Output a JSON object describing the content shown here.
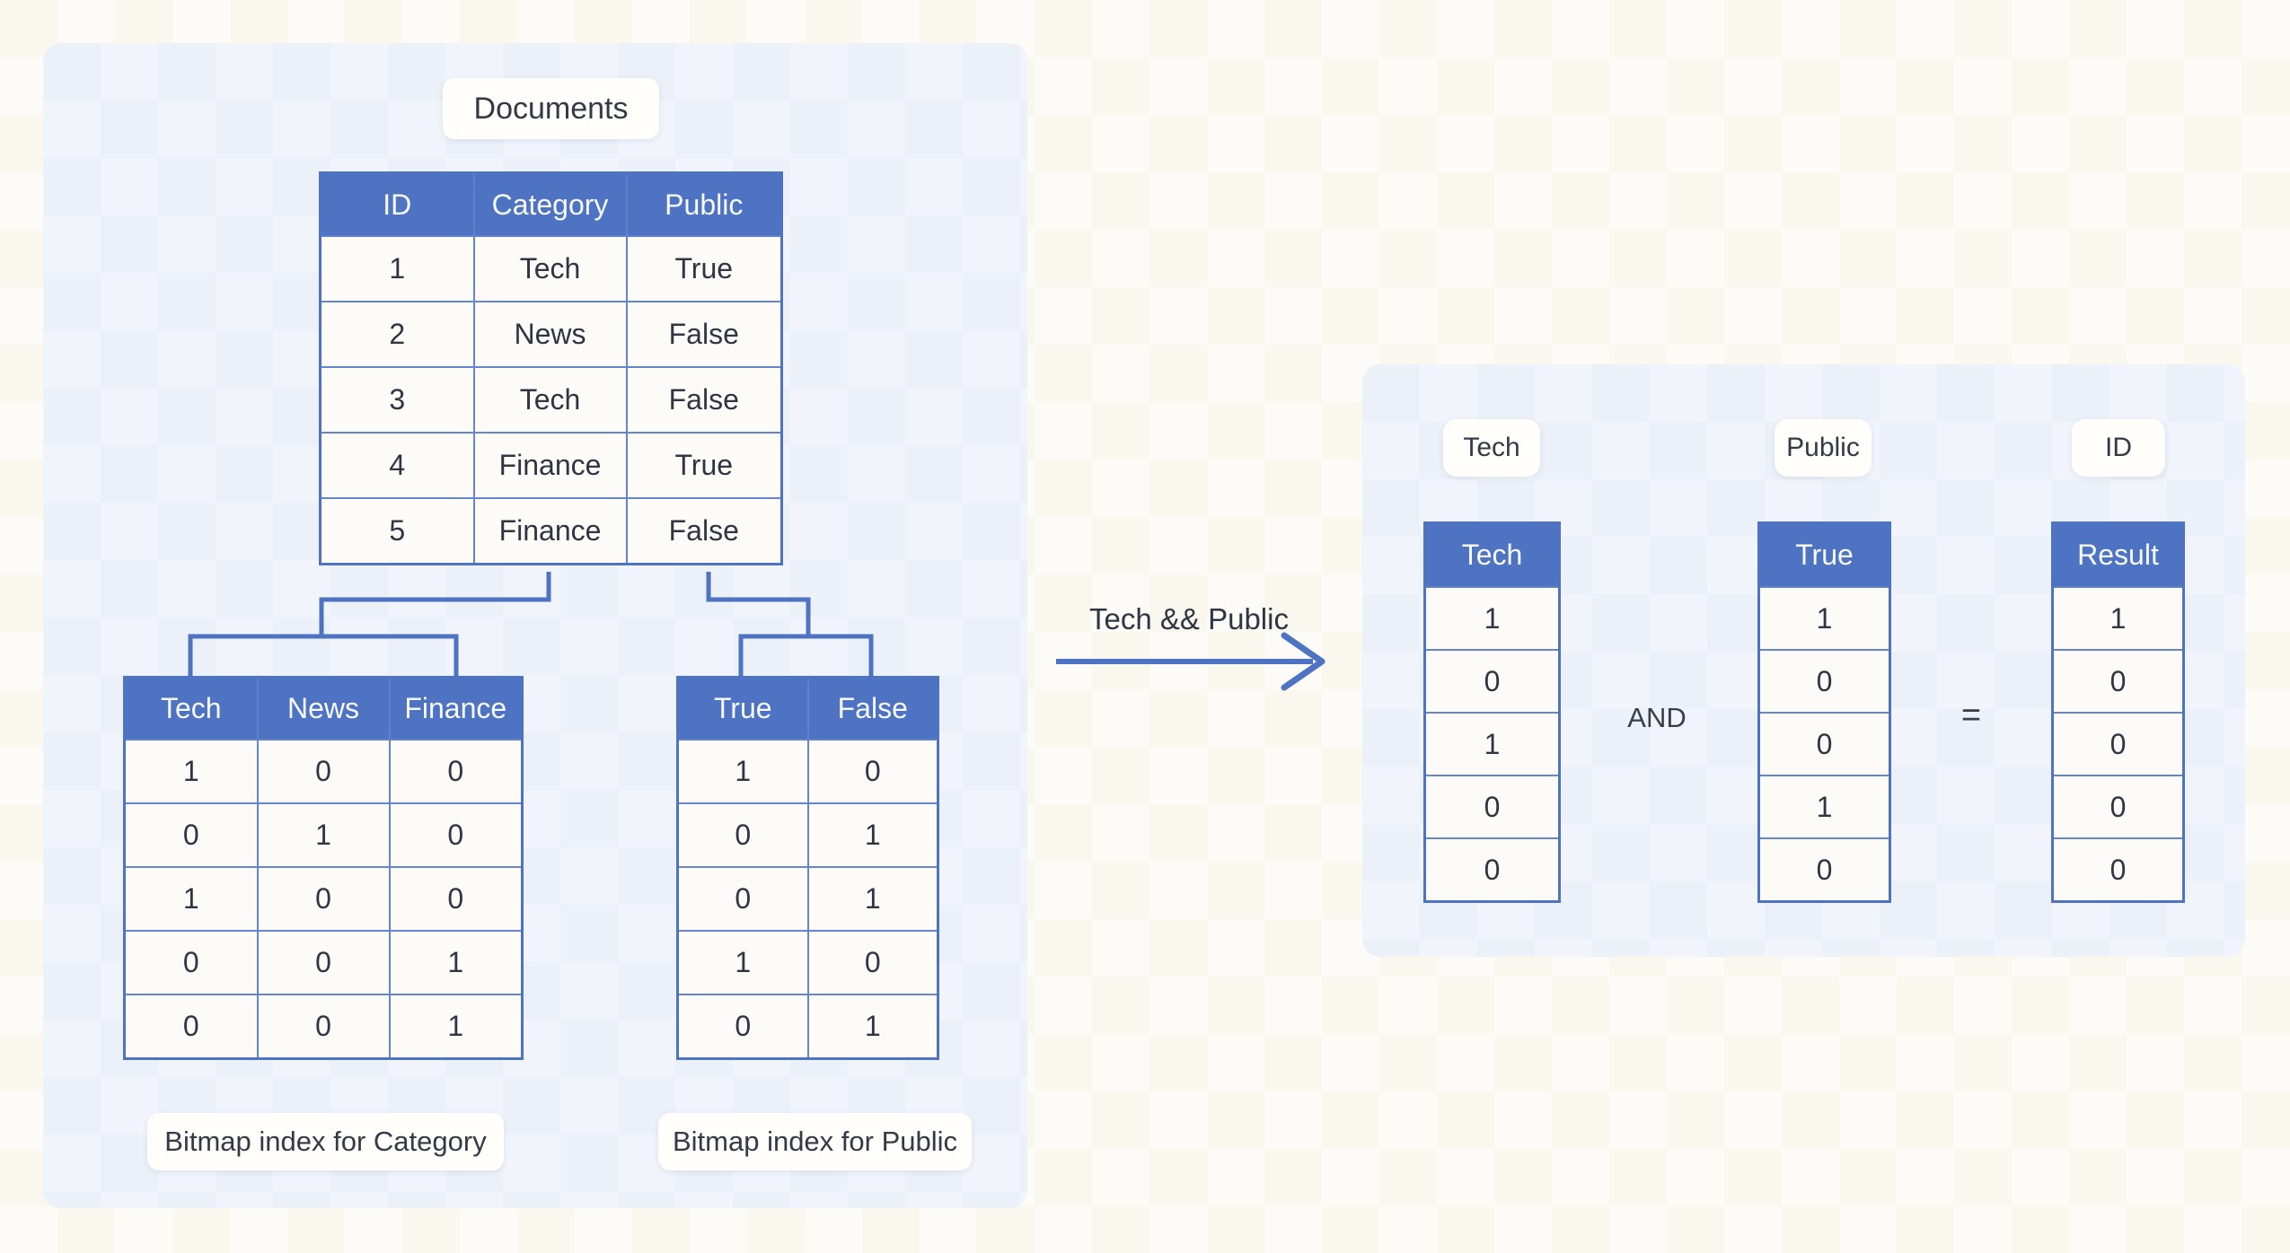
{
  "colors": {
    "accent_blue": "#4e73c3",
    "inner_border_blue": "#6486cd",
    "panel_bg": "#ebf0f9",
    "page_bg": "#faf7ef",
    "cell_bg": "#fcfbf8",
    "text_dark": "#2f3542",
    "header_text": "#f7f9fd"
  },
  "left_panel": {
    "title": "Documents",
    "documents_table": {
      "headers": [
        "ID",
        "Category",
        "Public"
      ],
      "rows": [
        [
          "1",
          "Tech",
          "True"
        ],
        [
          "2",
          "News",
          "False"
        ],
        [
          "3",
          "Tech",
          "False"
        ],
        [
          "4",
          "Finance",
          "True"
        ],
        [
          "5",
          "Finance",
          "False"
        ]
      ]
    },
    "category_index": {
      "caption": "Bitmap index for Category",
      "headers": [
        "Tech",
        "News",
        "Finance"
      ],
      "rows": [
        [
          "1",
          "0",
          "0"
        ],
        [
          "0",
          "1",
          "0"
        ],
        [
          "1",
          "0",
          "0"
        ],
        [
          "0",
          "0",
          "1"
        ],
        [
          "0",
          "0",
          "1"
        ]
      ]
    },
    "public_index": {
      "caption": "Bitmap index for Public",
      "headers": [
        "True",
        "False"
      ],
      "rows": [
        [
          "1",
          "0"
        ],
        [
          "0",
          "1"
        ],
        [
          "0",
          "1"
        ],
        [
          "1",
          "0"
        ],
        [
          "0",
          "1"
        ]
      ]
    }
  },
  "operation": {
    "arrow_label": "Tech && Public",
    "operator": "AND",
    "equals_sign": "="
  },
  "right_panel": {
    "tech_chip": "Tech",
    "public_chip": "Public",
    "id_chip": "ID",
    "tech_column": {
      "headers": [
        "Tech"
      ],
      "rows": [
        [
          "1"
        ],
        [
          "0"
        ],
        [
          "1"
        ],
        [
          "0"
        ],
        [
          "0"
        ]
      ]
    },
    "public_column": {
      "headers": [
        "True"
      ],
      "rows": [
        [
          "1"
        ],
        [
          "0"
        ],
        [
          "0"
        ],
        [
          "1"
        ],
        [
          "0"
        ]
      ]
    },
    "result_column": {
      "headers": [
        "Result"
      ],
      "rows": [
        [
          "1"
        ],
        [
          "0"
        ],
        [
          "0"
        ],
        [
          "0"
        ],
        [
          "0"
        ]
      ]
    }
  }
}
